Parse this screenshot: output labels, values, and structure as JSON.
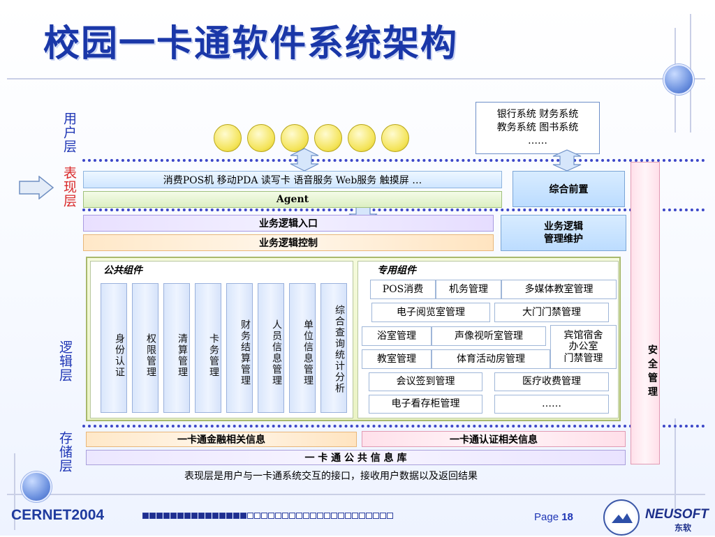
{
  "title": "校园一卡通软件系统架构",
  "layers": {
    "user": "用户层",
    "presentation": "表现层",
    "logic": "逻辑层",
    "storage": "存储层"
  },
  "external_systems": {
    "line1": "银行系统  财务系统",
    "line2": "教务系统  图书系统",
    "line3": "……"
  },
  "presentation": {
    "devices": "消费POS机   移动PDA   读写卡   语音服务   Web服务   触摸屏  …",
    "agent": "Agent",
    "front": "综合前置"
  },
  "business": {
    "entry": "业务逻辑入口",
    "control": "业务逻辑控制",
    "maintenance_line1": "业务逻辑",
    "maintenance_line2": "管理维护"
  },
  "security": "安全管理",
  "public_components": {
    "label": "公共组件",
    "items": [
      "身份认证",
      "权限管理",
      "清算管理",
      "卡务管理",
      "财务结算管理",
      "人员信息管理",
      "单位信息管理",
      "综合查询统计分析"
    ]
  },
  "special_components": {
    "label": "专用组件",
    "rows": [
      [
        "POS消费",
        "机务管理",
        "多媒体教室管理"
      ],
      [
        "电子阅览室管理",
        "大门门禁管理"
      ],
      [
        "浴室管理",
        "声像视听室管理"
      ],
      [
        "教室管理",
        "体育活动房管理"
      ],
      [
        "会议签到管理",
        "医疗收费管理"
      ],
      [
        "电子看存柜管理",
        "……"
      ]
    ],
    "hotel_line1": "宾馆宿舍",
    "hotel_line2": "办公室",
    "hotel_line3": "门禁管理"
  },
  "storage": {
    "finance": "一卡通金融相关信息",
    "auth": "一卡通认证相关信息",
    "db": "一 卡 通 公 共 信 息 库"
  },
  "caption": "表现层是用户与一卡通系统交互的接口，接收用户数据以及返回结果",
  "footer": {
    "brand": "CERNET2004",
    "page_label": "Page ",
    "page_number": "18",
    "logo_text": "NEUSOFT",
    "logo_cn": "东软"
  }
}
